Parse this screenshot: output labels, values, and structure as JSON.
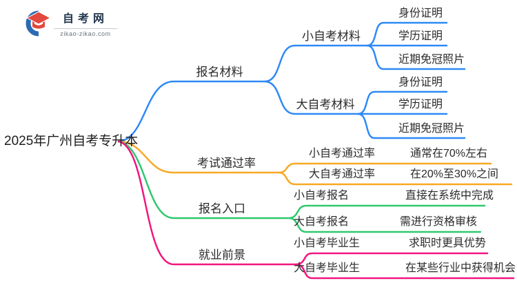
{
  "logo": {
    "site_name": "自考网",
    "site_url": "zikao-zikao.com",
    "icon": "graduation-cap-icon"
  },
  "colors": {
    "materials_branch": "#2E89F6",
    "pass_rate_branch": "#F7A823",
    "registration_branch": "#2EC86E",
    "employment_branch": "#F2157F",
    "logo_blue": "#2A6BB3",
    "logo_red": "#E2483D",
    "text": "#2B2B2B"
  },
  "root": {
    "label": "2025年广州自考专升本"
  },
  "branches": [
    {
      "label": "报名材料",
      "children": [
        {
          "label": "小自考材料",
          "children": [
            {
              "label": "身份证明"
            },
            {
              "label": "学历证明"
            },
            {
              "label": "近期免冠照片"
            }
          ]
        },
        {
          "label": "大自考材料",
          "children": [
            {
              "label": "身份证明"
            },
            {
              "label": "学历证明"
            },
            {
              "label": "近期免冠照片"
            }
          ]
        }
      ]
    },
    {
      "label": "考试通过率",
      "children": [
        {
          "label": "小自考通过率",
          "value": "通常在70%左右"
        },
        {
          "label": "大自考通过率",
          "value": "在20%至30%之间"
        }
      ]
    },
    {
      "label": "报名入口",
      "children": [
        {
          "label": "小自考报名",
          "value": "直接在系统中完成"
        },
        {
          "label": "大自考报名",
          "value": "需进行资格审核"
        }
      ]
    },
    {
      "label": "就业前景",
      "children": [
        {
          "label": "小自考毕业生",
          "value": "求职时更具优势"
        },
        {
          "label": "大自考毕业生",
          "value": "在某些行业中获得机会"
        }
      ]
    }
  ]
}
